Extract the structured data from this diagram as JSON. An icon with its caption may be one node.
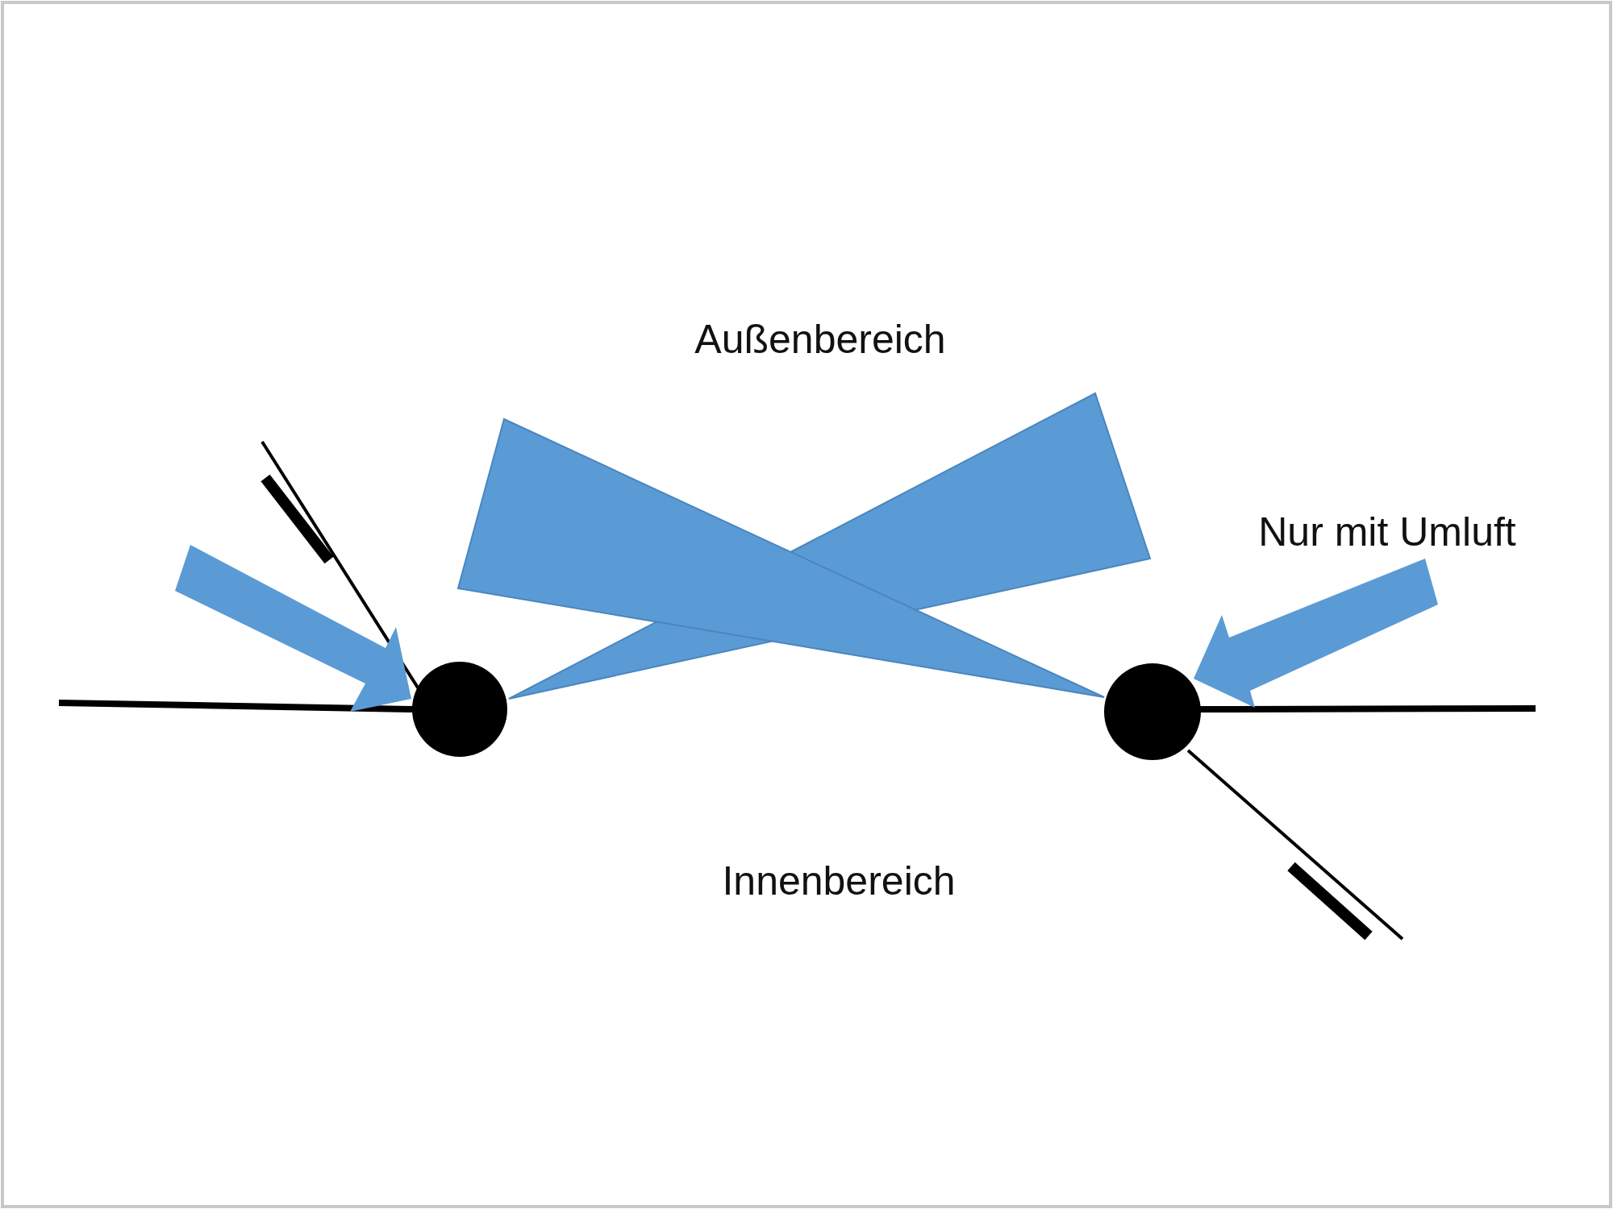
{
  "diagram": {
    "labels": [
      "Außenbereich",
      "Nur mit Umluft",
      "Innenbereich"
    ]
  }
}
